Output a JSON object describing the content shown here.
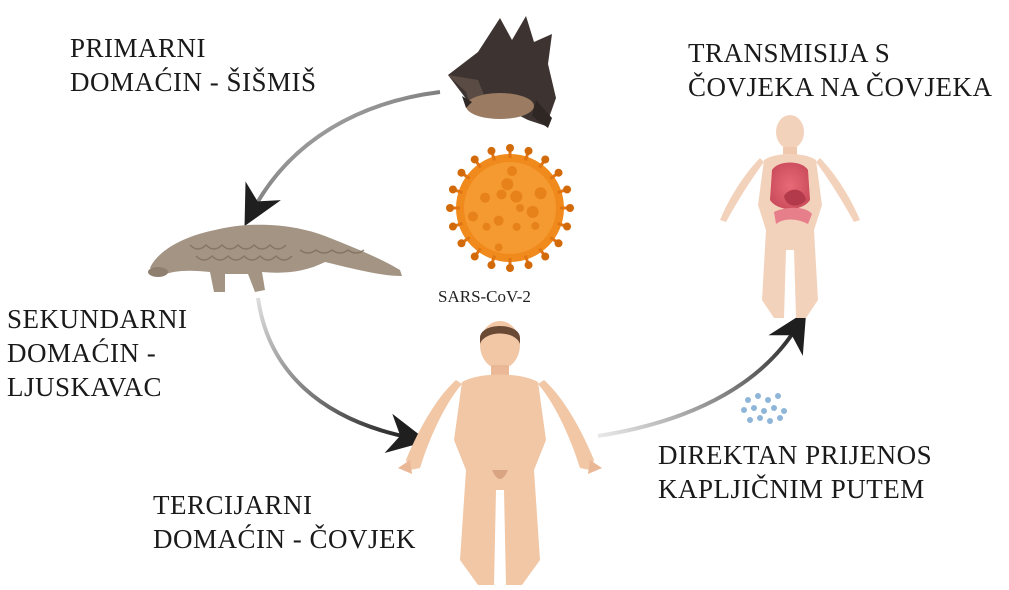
{
  "labels": {
    "primary_host": [
      "PRIMARNI",
      "DOMAĆIN - ŠIŠMIŠ"
    ],
    "secondary_host": [
      "SEKUNDARNI",
      "DOMAĆIN -",
      "LJUSKAVAC"
    ],
    "tertiary_host": [
      "TERCIJARNI",
      "DOMAĆIN - ČOVJEK"
    ],
    "transmission": [
      "TRANSMISIJA S",
      "ČOVJEKA NA ČOVJEKA"
    ],
    "direct_transfer": [
      "DIREKTAN PRIJENOS",
      "KAPLJIČNIM PUTEM"
    ]
  },
  "virus": {
    "name": "SARS-CoV-2"
  },
  "colors": {
    "text": "#1a1a1a",
    "arrow": "#1f1f1f",
    "skin": "#f1c7a6",
    "skin_shade": "#d9a482",
    "virus": "#f08a1c",
    "virus_dark": "#d36a0a",
    "bat": "#3d3431",
    "pangolin": "#a39483",
    "droplets": "#8fb6d8"
  }
}
